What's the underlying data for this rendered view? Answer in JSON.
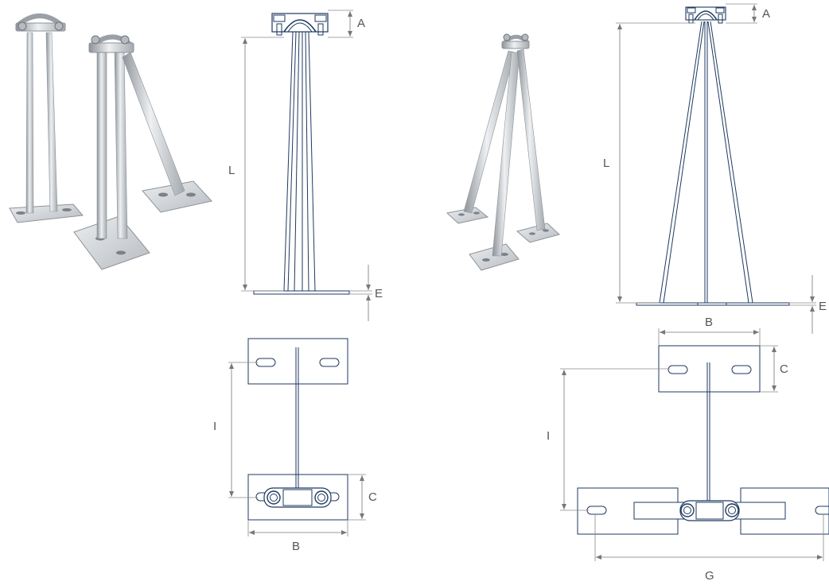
{
  "colors": {
    "drawing": "#1f3a60",
    "dimension": "#8a8a8a",
    "dim_text": "#555555",
    "metal_light": "#e6e8ea",
    "metal_mid": "#c3c7cb",
    "metal_dark": "#8d9399"
  },
  "icons": {
    "photo_1": "two-leg-stand-photo",
    "photo_2": "three-leg-stand-photo"
  },
  "labels": {
    "d1_side": {
      "A": "A",
      "L": "L",
      "E": "E"
    },
    "d1_top": {
      "I": "I",
      "C": "C",
      "B": "B"
    },
    "d2_side": {
      "A": "A",
      "L": "L",
      "E": "E"
    },
    "d2_top": {
      "B": "B",
      "C": "C",
      "I": "I",
      "G": "G"
    }
  }
}
